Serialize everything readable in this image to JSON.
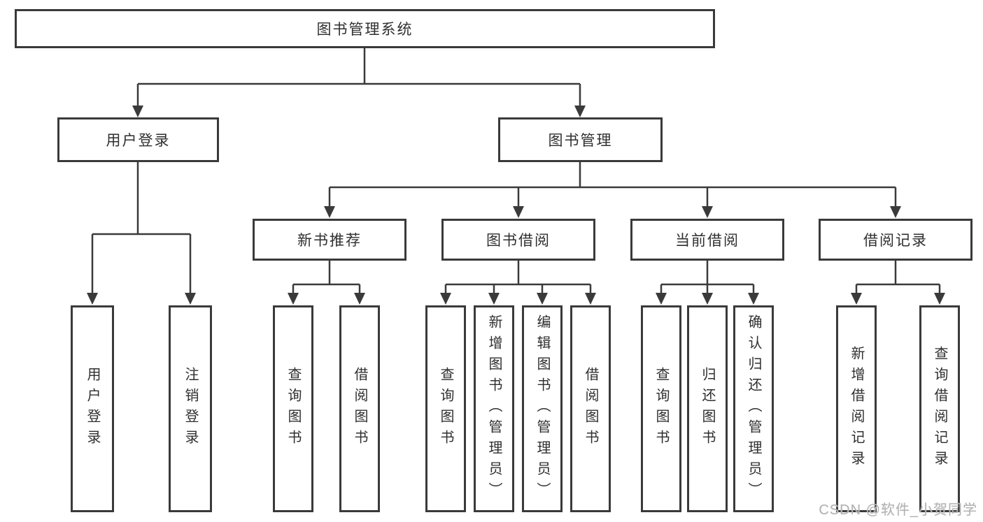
{
  "title": "图书管理系统",
  "nodes": {
    "root": "图书管理系统",
    "user_login": "用户登录",
    "book_management": "图书管理",
    "new_book_recommend": "新书推荐",
    "book_borrow": "图书借阅",
    "current_borrow": "当前借阅",
    "borrow_records": "借阅记录",
    "leaf_user_login": "用户登录",
    "leaf_logout": "注销登录",
    "leaf_query_books_recommend": "查询图书",
    "leaf_borrow_books_recommend": "借阅图书",
    "leaf_query_books_borrow": "查询图书",
    "leaf_add_books_admin": "新增图书（管理员）",
    "leaf_edit_books_admin": "编辑图书（管理员）",
    "leaf_borrow_books": "借阅图书",
    "leaf_query_books_current": "查询图书",
    "leaf_return_books": "归还图书",
    "leaf_confirm_return_admin": "确认归还（管理员）",
    "leaf_add_borrow_record": "新增借阅记录",
    "leaf_query_borrow_record": "查询借阅记录"
  },
  "watermark": "CSDN @软件_小贺同学",
  "colors": {
    "line": "#3a3a3a",
    "text": "#2f2f2f",
    "watermark": "#b3b3b3",
    "background": "#ffffff"
  }
}
